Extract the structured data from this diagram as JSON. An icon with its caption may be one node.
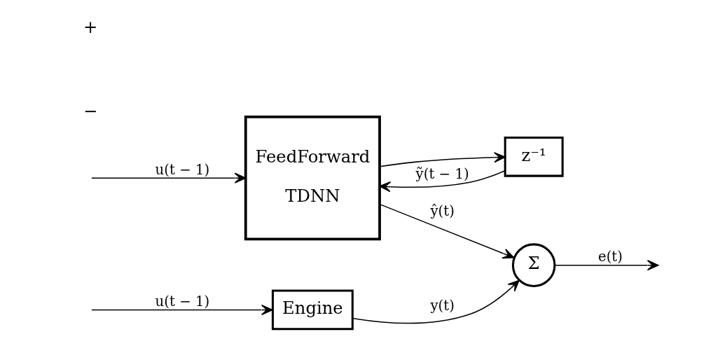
{
  "diagram": {
    "nodes": [
      {
        "text": [
          "Engine"
        ]
      },
      {
        "text": [
          "z⁻¹"
        ]
      },
      {
        "text": [
          "FeedForward",
          "TDNN"
        ]
      },
      {
        "text": [
          "Σ"
        ]
      }
    ],
    "edges": [
      {
        "from": null,
        "to": 0,
        "arrow": "to",
        "label": "u(t − 1)"
      },
      {
        "from": null,
        "to": 2,
        "arrow": "to",
        "label": "u(t − 1)"
      },
      {
        "from": 0,
        "to": 3,
        "arrow": "to",
        "label": "y(t)"
      },
      {
        "from": 2,
        "to": 3,
        "arrow": "to",
        "label": "ŷ(t)"
      },
      {
        "from": 2,
        "to": 1,
        "arrow": "to"
      },
      {
        "from": 1,
        "to": 2,
        "arrow": "to",
        "label": "ỹ(t − 1)"
      },
      {
        "from": 3,
        "to": null,
        "arrow": "to",
        "label": "e(t)"
      }
    ],
    "labels": [
      "−",
      "+"
    ]
  }
}
